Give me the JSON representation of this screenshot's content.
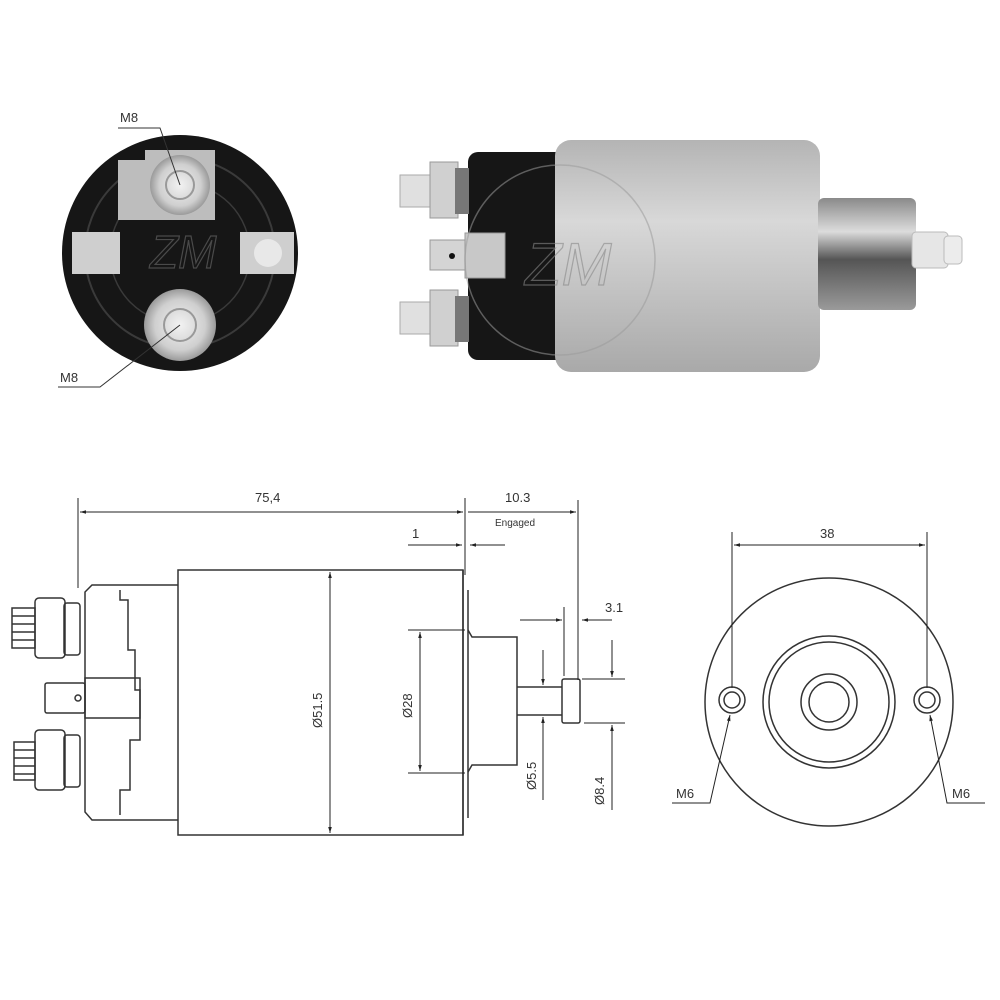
{
  "photos": {
    "end_view": {
      "label_top": "M8",
      "label_bottom": "M8"
    },
    "side_view": {
      "description": "starter solenoid side photo"
    }
  },
  "drawing_side": {
    "overall_length": "75,4",
    "travel_engaged_value": "10.3",
    "travel_engaged_note": "Engaged",
    "flange_thickness": "1",
    "plunger_head_width": "3.1",
    "body_diameter": "Ø51.5",
    "boss_diameter": "Ø28",
    "plunger_diameter": "Ø5.5",
    "plunger_head_diameter": "Ø8.4"
  },
  "drawing_end": {
    "hole_spacing": "38",
    "left_hole": "M6",
    "right_hole": "M6"
  },
  "colors": {
    "line": "#333333",
    "body_gray": "#c8c8c8",
    "cap_black": "#161616"
  }
}
